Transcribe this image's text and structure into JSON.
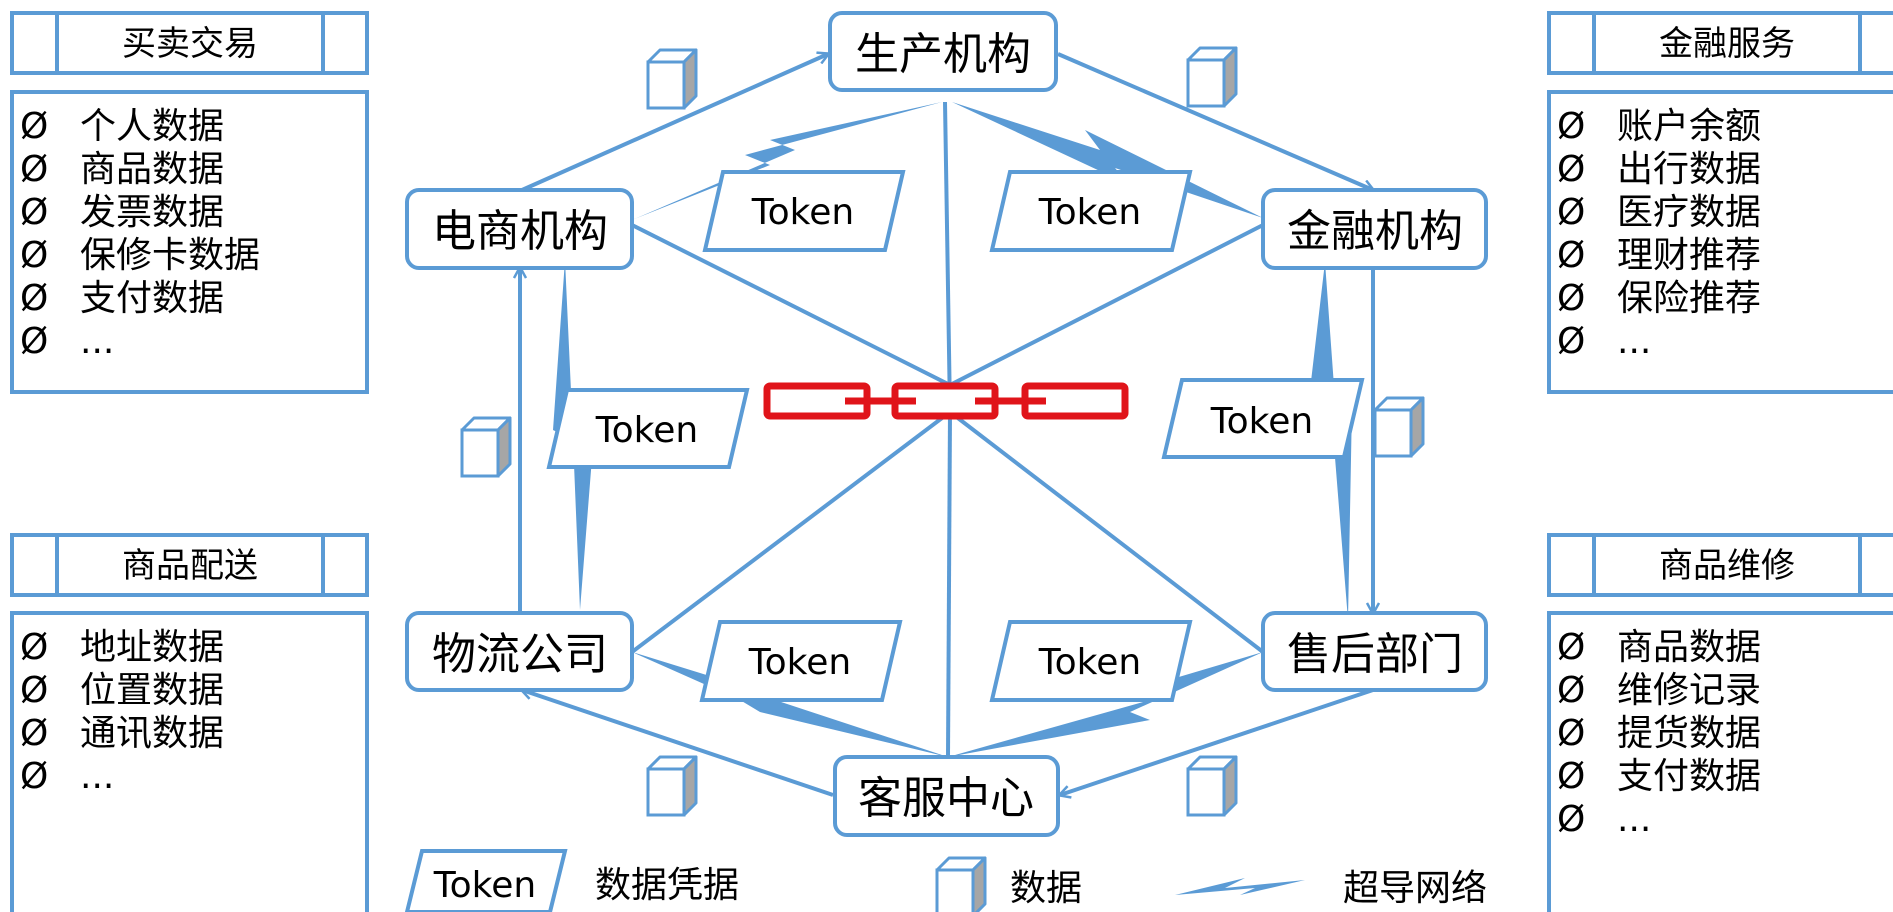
{
  "nodes": {
    "production": "生产机构",
    "finance": "金融机构",
    "after_sales": "售后部门",
    "customer_service": "客服中心",
    "logistics": "物流公司",
    "ecommerce": "电商机构"
  },
  "token_label": "Token",
  "panels": {
    "trade": {
      "title": "买卖交易",
      "bullet": "Ø",
      "items": [
        "个人数据",
        "商品数据",
        "发票数据",
        "保修卡数据",
        "支付数据",
        "..."
      ]
    },
    "delivery": {
      "title": "商品配送",
      "bullet": "Ø",
      "items": [
        "地址数据",
        "位置数据",
        "通讯数据",
        "..."
      ]
    },
    "financial": {
      "title": "金融服务",
      "bullet": "Ø",
      "items": [
        "账户余额",
        "出行数据",
        "医疗数据",
        "理财推荐",
        "保险推荐",
        "..."
      ]
    },
    "repair": {
      "title": "商品维修",
      "bullet": "Ø",
      "items": [
        "商品数据",
        "维修记录",
        "提货数据",
        "支付数据",
        "..."
      ]
    }
  },
  "legend": {
    "token_symbol": "Token",
    "token_desc": "数据凭据",
    "data_desc": "数据",
    "network_desc": "超导网络"
  },
  "colors": {
    "line": "#5b9bd5",
    "chain": "#e0141a",
    "cube_shade": "#a6a6a6"
  }
}
